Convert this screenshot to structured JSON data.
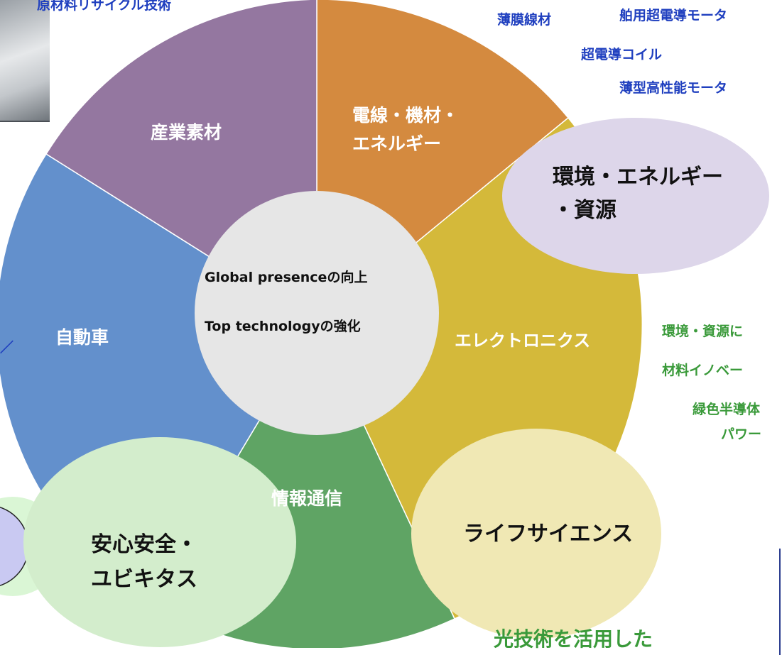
{
  "center": {
    "line1": "Global presenceの向上",
    "line2": "Top technologyの強化"
  },
  "segments": [
    {
      "key": "material",
      "line1": "産業素材",
      "line2": "",
      "color": "#9477a0"
    },
    {
      "key": "wire",
      "line1": "電線・機材・",
      "line2": "エネルギー",
      "color": "#d48a3f"
    },
    {
      "key": "electronics",
      "line1": "エレクトロニクス",
      "line2": "",
      "color": "#d4b93a"
    },
    {
      "key": "ict",
      "line1": "情報通信",
      "line2": "",
      "color": "#5fa464"
    },
    {
      "key": "auto",
      "line1": "自動車",
      "line2": "",
      "color": "#6390cc"
    }
  ],
  "bubbles": {
    "environment": {
      "line1": "環境・エネルギー",
      "line2": "・資源",
      "color": "#ddd6ea"
    },
    "life": {
      "line1": "ライフサイエンス",
      "line2": "",
      "color": "#f0e8b4"
    },
    "safety": {
      "line1": "安心安全・",
      "line2": "ユビキタス",
      "color": "#d3edcc"
    }
  },
  "annotations": {
    "top_left": "原材料リサイクル技術",
    "film_wire": "薄膜線材",
    "ship_motor": "舶用超電導モータ",
    "sc_coil": "超電導コイル",
    "thin_motor": "薄型高性能モータ",
    "env_resource": "環境・資源に",
    "material_innovation": "材料イノベー",
    "green_semi": "緑色半導体",
    "power": "パワー",
    "optical": "光技術を活用した",
    "left_char": "／"
  },
  "colors": {
    "hub": "#e6e6e6",
    "annotation_blue": "#1f3fbf",
    "annotation_green": "#3a9a3a",
    "left_disc": "#c9c9f2"
  }
}
